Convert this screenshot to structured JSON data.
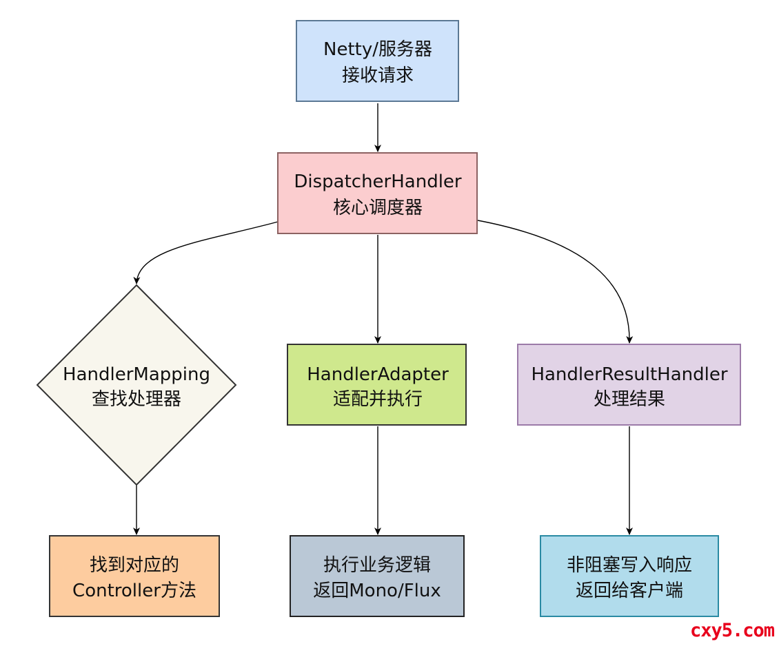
{
  "nodes": {
    "netty": {
      "line1": "Netty/服务器",
      "line2": "接收请求",
      "fill": "#cfe3fb",
      "stroke": "#5b7894"
    },
    "dispatcher": {
      "line1": "DispatcherHandler",
      "line2": "核心调度器",
      "fill": "#fbcdcf",
      "stroke": "#8c6262"
    },
    "mapping": {
      "line1": "HandlerMapping",
      "line2": "查找处理器",
      "fill": "#f8f6ed",
      "stroke": "#333333"
    },
    "adapter": {
      "line1": "HandlerAdapter",
      "line2": "适配并执行",
      "fill": "#cfe88d",
      "stroke": "#333333"
    },
    "result": {
      "line1": "HandlerResultHandler",
      "line2": "处理结果",
      "fill": "#e1d3e6",
      "stroke": "#9b7aa8"
    },
    "controller": {
      "line1": "找到对应的",
      "line2": "Controller方法",
      "fill": "#fdcc9f",
      "stroke": "#333333"
    },
    "business": {
      "line1": "执行业务逻辑",
      "line2": "返回Mono/Flux",
      "fill": "#bac8d6",
      "stroke": "#222222"
    },
    "response": {
      "line1": "非阻塞写入响应",
      "line2": "返回给客户端",
      "fill": "#b1dcec",
      "stroke": "#2a8aa3"
    }
  },
  "watermark": {
    "text": "cxy5.com",
    "color": "#e8001c"
  }
}
